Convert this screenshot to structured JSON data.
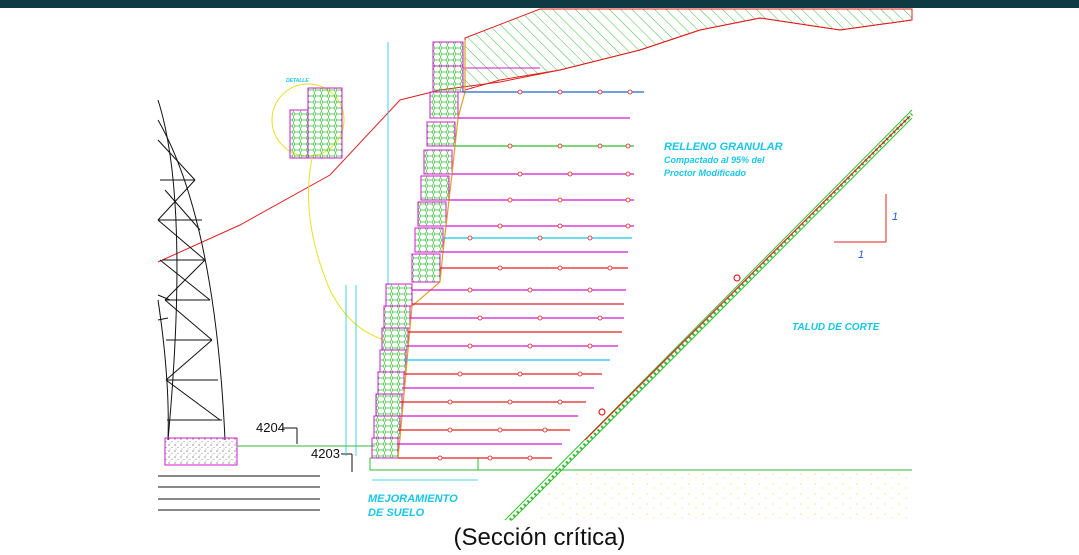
{
  "caption": "(Sección crítica)",
  "labels": {
    "relleno_title": "RELLENO GRANULAR",
    "relleno_line1": "Compactado al 95% del",
    "relleno_line2": "Proctor Modificado",
    "talud": "TALUD DE CORTE",
    "mejoramiento_line1": "MEJORAMIENTO",
    "mejoramiento_line2": "DE SUELO",
    "detalle": "DETALLE",
    "elev_upper": "4204",
    "elev_lower": "4203",
    "slope_v": "1",
    "slope_h": "1"
  },
  "colors": {
    "header": "#0e3b43",
    "cyan": "#18c7e6",
    "green": "#2fbf2f",
    "magenta": "#d11ad1",
    "red": "#e02020",
    "yellow": "#e8e020",
    "blue": "#1e63c8",
    "gold": "#e0a020"
  }
}
